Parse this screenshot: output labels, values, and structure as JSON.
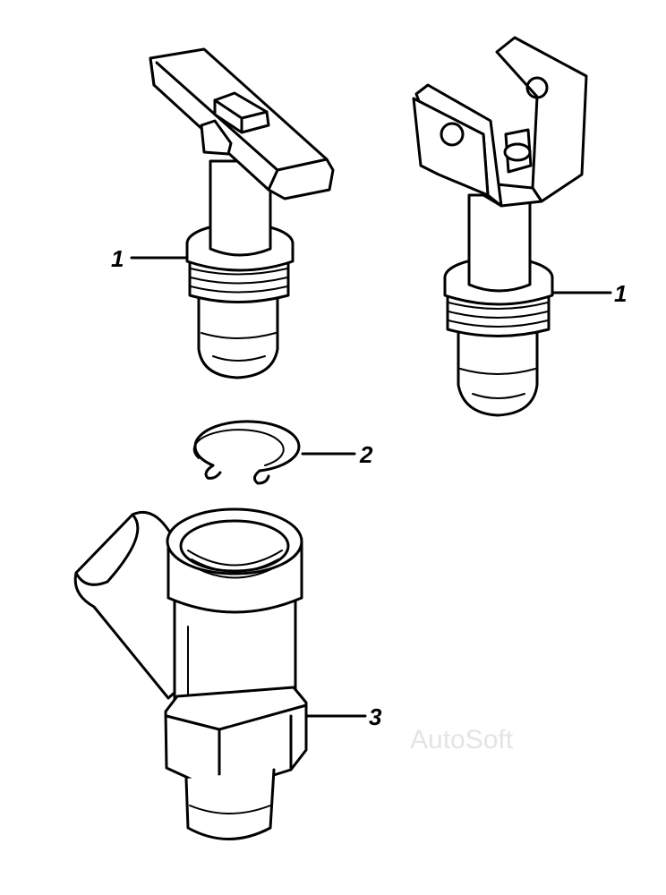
{
  "callouts": {
    "part_1_left": "1",
    "part_1_right": "1",
    "part_2": "2",
    "part_3": "3"
  },
  "watermark": "AutoSoft",
  "colors": {
    "line": "#000000",
    "background": "#ffffff",
    "watermark": "#e4e4e4"
  }
}
